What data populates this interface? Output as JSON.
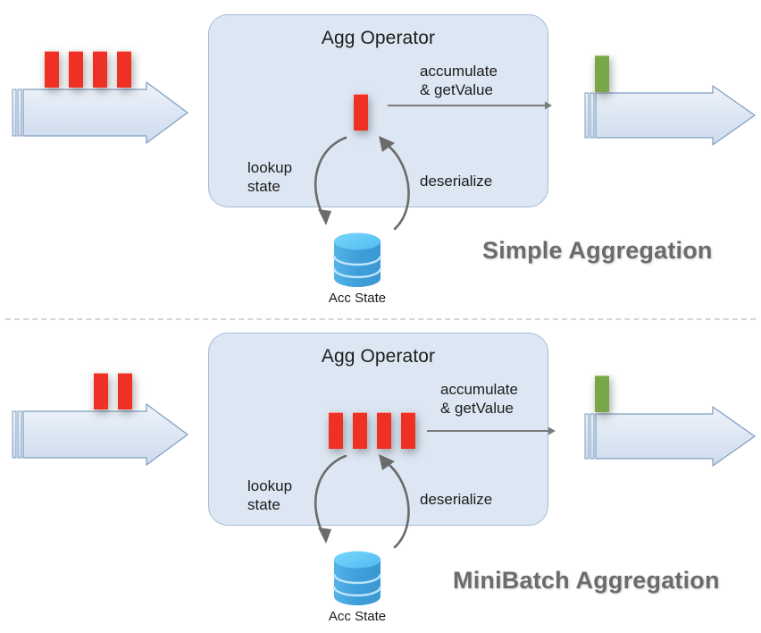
{
  "diagram": {
    "title_top": "Simple Aggregation",
    "title_bottom": "MiniBatch Aggregation",
    "colors": {
      "record_red": "#ee3124",
      "result_green": "#7aa64a",
      "operator_fill": "#dde7f3",
      "operator_border": "#a3bcd9",
      "arrow_fill": "#dce6f2",
      "arrow_border": "#7e9dc0",
      "state_top": "#5ec8f7",
      "state_body": "#3f9fdb",
      "curve_arrow": "#6b6b6b",
      "title_gray": "#6b6b6b",
      "divider": "#d2d6db"
    },
    "panels": [
      {
        "id": "simple",
        "name": "Simple Aggregation",
        "operator_title": "Agg Operator",
        "input_records": 4,
        "buffered_records": 1,
        "output_records": 1,
        "accumulate_label": "accumulate\n& getValue",
        "lookup_label": "lookup\nstate",
        "deserialize_label": "deserialize",
        "state_label": "Acc State",
        "section_title": "Simple Aggregation"
      },
      {
        "id": "minibatch",
        "name": "MiniBatch Aggregation",
        "operator_title": "Agg Operator",
        "input_records": 2,
        "buffered_records": 4,
        "output_records": 1,
        "accumulate_label": "accumulate\n& getValue",
        "lookup_label": "lookup\nstate",
        "deserialize_label": "deserialize",
        "state_label": "Acc State",
        "section_title": "MiniBatch Aggregation"
      }
    ],
    "icons": {
      "state_store": "database-cylinder-icon",
      "flow_arrow": "block-arrow-icon",
      "accumulate_arrow": "thin-right-arrow-icon",
      "lookup_arrow": "curved-down-arrow-icon",
      "deserialize_arrow": "curved-up-arrow-icon"
    }
  }
}
